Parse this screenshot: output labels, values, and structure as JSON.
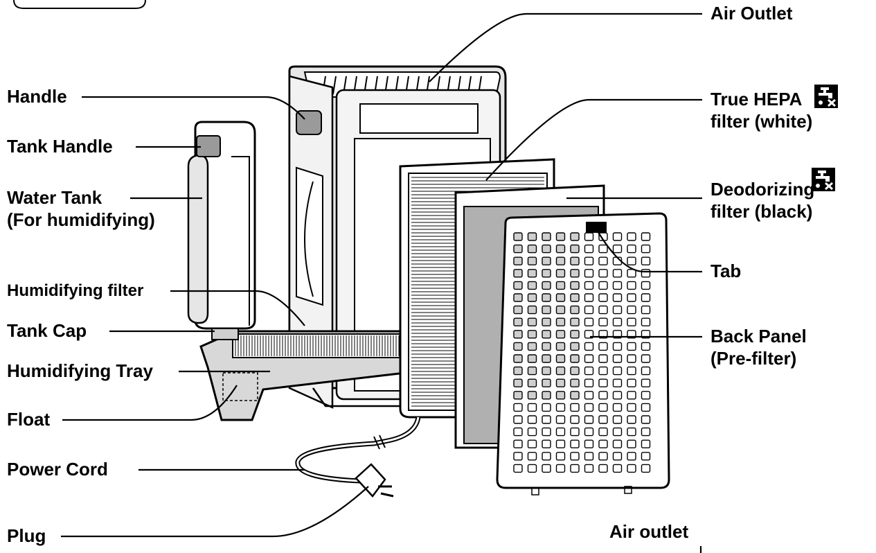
{
  "labels": {
    "handle": "Handle",
    "tank_handle": "Tank Handle",
    "water_tank_1": "Water Tank",
    "water_tank_2": "(For humidifying)",
    "humidifying_filter": "Humidifying filter",
    "tank_cap": "Tank Cap",
    "humidifying_tray": "Humidifying Tray",
    "float": "Float",
    "power_cord": "Power Cord",
    "plug": "Plug",
    "air_outlet_top": "Air Outlet",
    "hepa_1": "True HEPA",
    "hepa_2": "filter (white)",
    "deodorizing_1": "Deodorizing",
    "deodorizing_2": "filter (black)",
    "tab": "Tab",
    "back_panel_1": "Back Panel",
    "back_panel_2": "(Pre-filter)",
    "air_outlet_bottom": "Air outlet"
  },
  "icons": {
    "no_water_icon": "faucet-prohibited-icon"
  },
  "colors": {
    "line": "#000000",
    "panel_fill": "#ffffff",
    "shade_light": "#e6e6e6",
    "shade_mid": "#cfcfcf",
    "shade_dark": "#9a9a9a"
  }
}
